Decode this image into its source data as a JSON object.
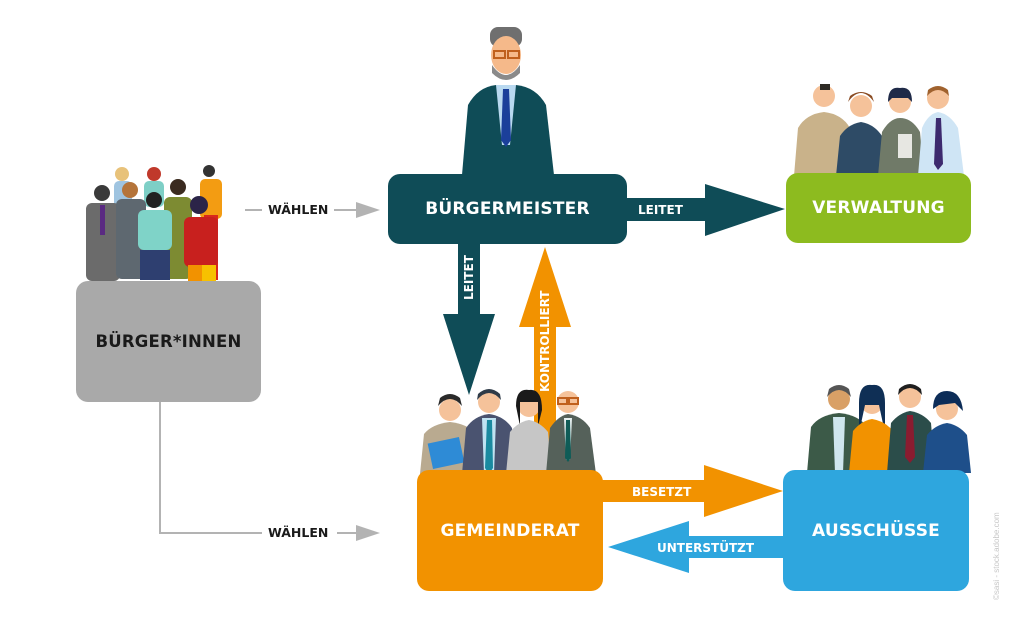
{
  "nodes": {
    "buerger": {
      "label": "BÜRGER*INNEN",
      "color": "#a9a9a9"
    },
    "buergermeister": {
      "label": "BÜRGERMEISTER",
      "color": "#0f4c57"
    },
    "verwaltung": {
      "label": "VERWALTUNG",
      "color": "#8dbb1f"
    },
    "gemeinderat": {
      "label": "GEMEINDERAT",
      "color": "#f29200"
    },
    "ausschuesse": {
      "label": "AUSSCHÜSSE",
      "color": "#2ea6de"
    }
  },
  "edges": {
    "buerger_to_buergermeister": {
      "label": "WÄHLEN"
    },
    "buerger_to_gemeinderat": {
      "label": "WÄHLEN"
    },
    "buergermeister_to_verwaltung": {
      "label": "LEITET"
    },
    "buergermeister_to_gemeinderat": {
      "label": "LEITET"
    },
    "gemeinderat_to_buergermeister": {
      "label": "KONTROLLIERT"
    },
    "gemeinderat_to_ausschuesse": {
      "label": "BESETZT"
    },
    "ausschuesse_to_gemeinderat": {
      "label": "UNTERSTÜTZT"
    }
  },
  "illustrations": {
    "buerger": "group-of-citizens",
    "buergermeister": "mayor-figure",
    "verwaltung": "administration-staff",
    "gemeinderat": "council-members",
    "ausschuesse": "committee-members"
  },
  "credit": "©sasi - stock.adobe.com"
}
